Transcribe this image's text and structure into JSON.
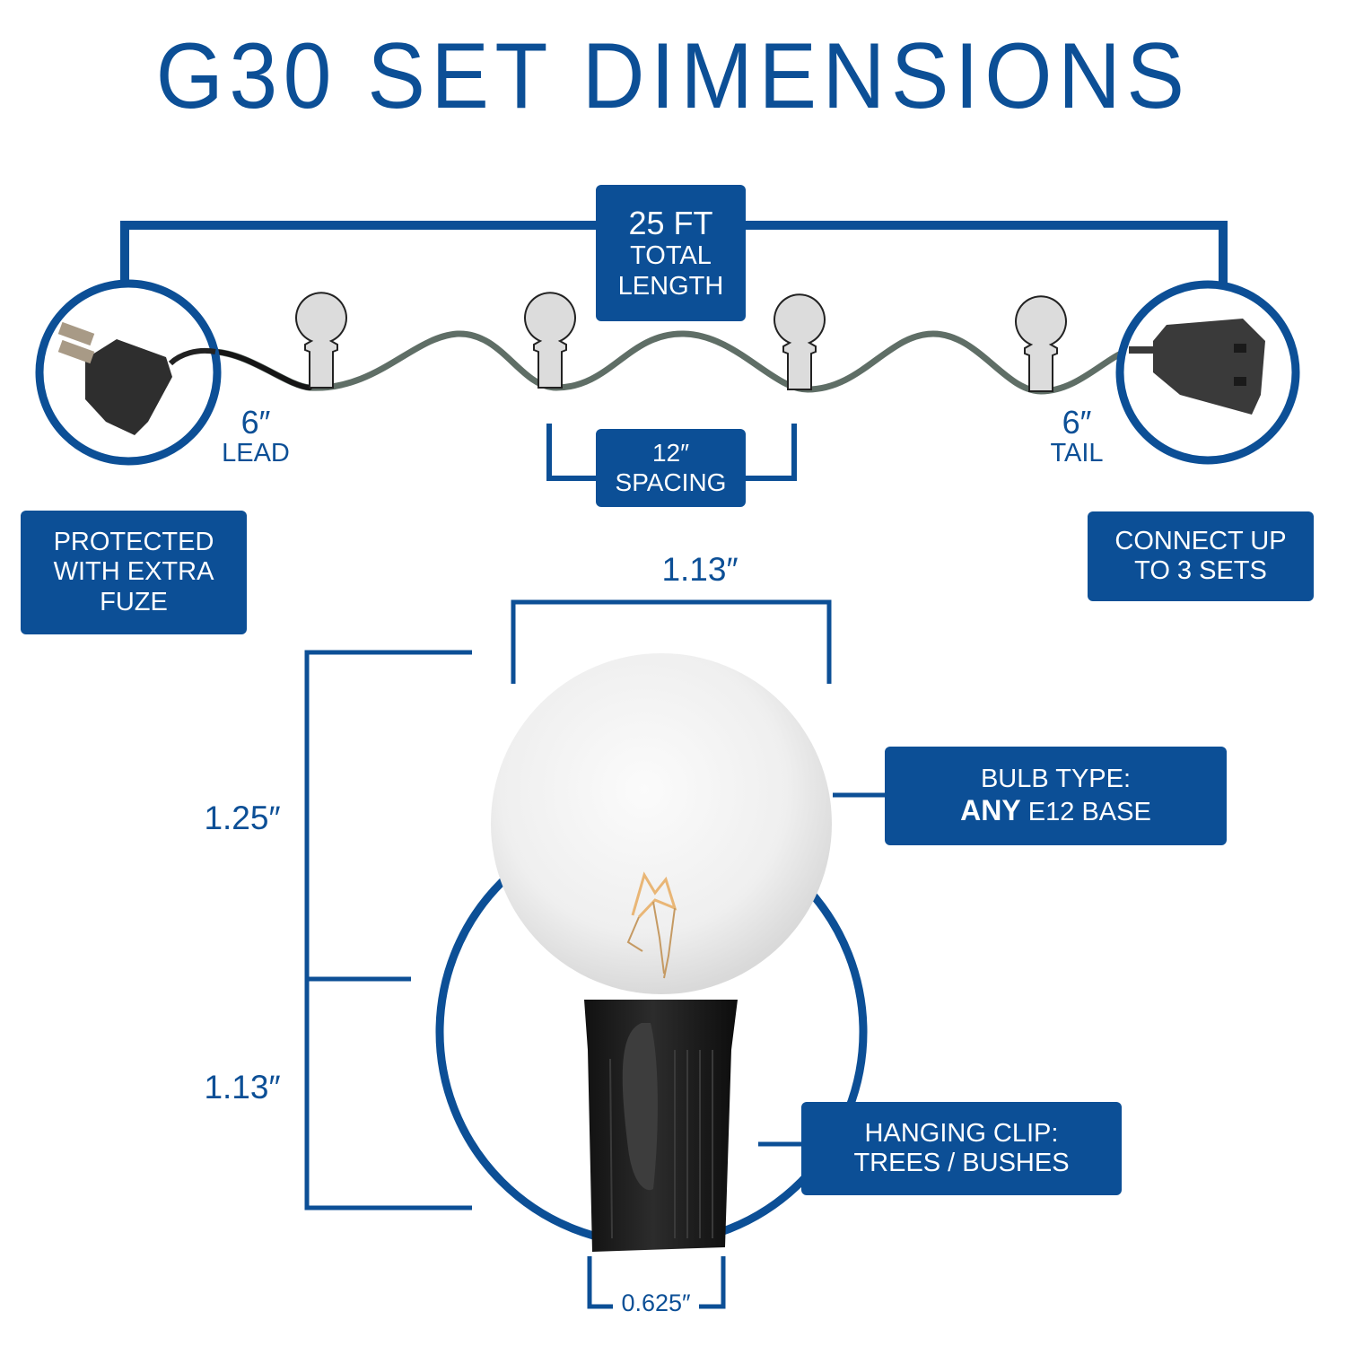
{
  "title": "G30 SET DIMENSIONS",
  "colors": {
    "brand_blue": "#0c4f96",
    "wire_green": "#5f6e66",
    "bulb_icon_fill": "#dcdcdc",
    "socket_black": "#1e1e1e",
    "background": "#ffffff"
  },
  "string_diagram": {
    "total_length": {
      "value": "25 FT",
      "line1": "TOTAL",
      "line2": "LENGTH"
    },
    "lead": {
      "value": "6″",
      "label": "LEAD"
    },
    "tail": {
      "value": "6″",
      "label": "TAIL"
    },
    "spacing": {
      "value": "12″",
      "label": "SPACING"
    },
    "bulb_icon_count": 4,
    "plug_icon": "male-plug-icon",
    "socket_icon": "female-plug-icon"
  },
  "callouts": {
    "fuse": {
      "line1": "PROTECTED",
      "line2": "WITH EXTRA",
      "line3": "FUZE"
    },
    "connect": {
      "line1": "CONNECT UP",
      "line2": "TO 3 SETS"
    },
    "bulb_type": {
      "line1": "BULB TYPE:",
      "line2_bold": "ANY",
      "line2_rest": "E12 BASE"
    },
    "clip": {
      "line1": "HANGING CLIP:",
      "line2": "TREES / BUSHES"
    }
  },
  "bulb_dimensions": {
    "width": "1.13″",
    "globe_height": "1.25″",
    "base_height": "1.13″",
    "base_width": "0.625″"
  }
}
